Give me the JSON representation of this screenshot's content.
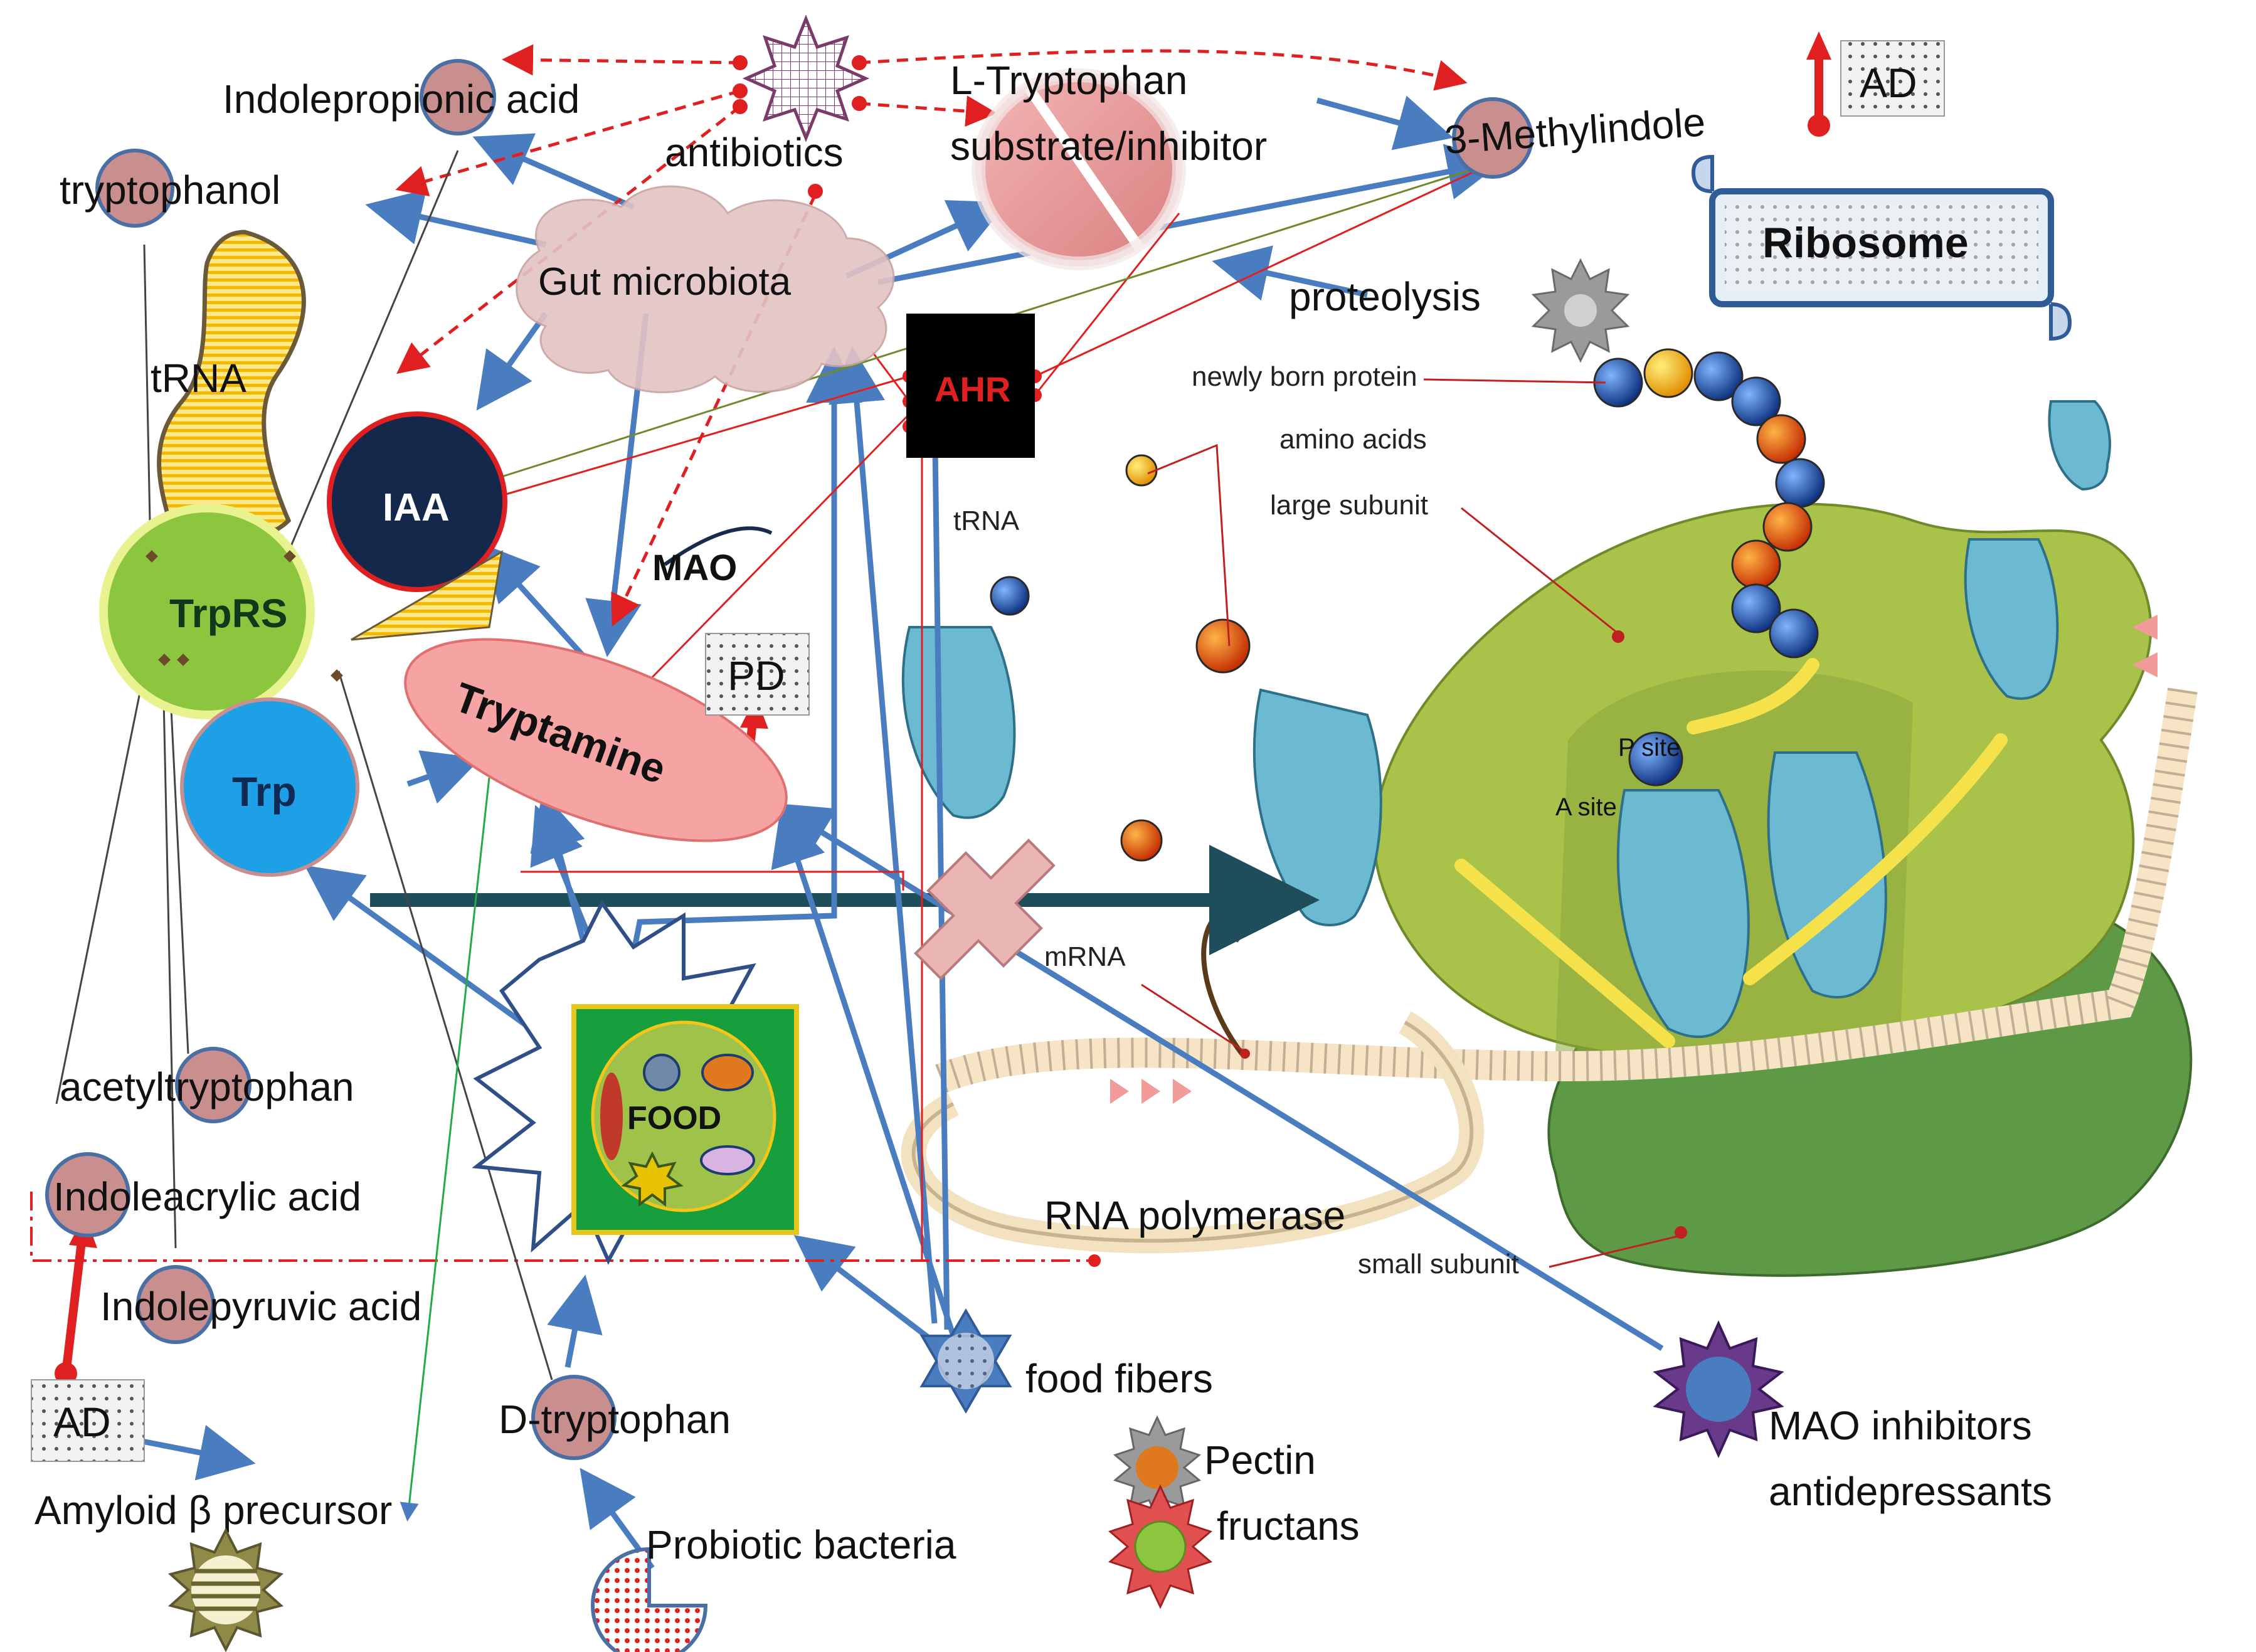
{
  "labels": {
    "indolepropionic_acid": "Indolepropionic acid",
    "antibiotics": "antibiotics",
    "l_tryptophan_line1": "L-Tryptophan",
    "l_tryptophan_line2": "substrate/inhibitor",
    "methylindole": "3-Methylindole",
    "ad_top": "AD",
    "tryptophanol": "tryptophanol",
    "gut_microbiota": "Gut microbiota",
    "ribosome": "Ribosome",
    "proteolysis": "proteolysis",
    "trna_left": "tRNA",
    "newly_born_protein": "newly born protein",
    "ahr": "AHR",
    "amino_acids": "amino acids",
    "large_subunit": "large subunit",
    "iaa": "IAA",
    "trna_mid": "tRNA",
    "mao": "MAO",
    "trprs": "TrpRS",
    "pd": "PD",
    "tryptamine": "Tryptamine",
    "p_site": "P site",
    "a_site": "A site",
    "trp": "Trp",
    "mrna": "mRNA",
    "food": "FOOD",
    "acetyltryptophan": "acetyltryptophan",
    "indoleacrylic_acid": "Indoleacrylic acid",
    "rna_polymerase": "RNA polymerase",
    "small_subunit": "small subunit",
    "indolepyruvic_acid": "Indolepyruvic acid",
    "food_fibers": "food fibers",
    "ad_bottom": "AD",
    "d_tryptophan": "D-tryptophan",
    "pectin": "Pectin",
    "mao_inhibitors_line1": "MAO inhibitors",
    "mao_inhibitors_line2": "antidepressants",
    "amyloid": "Amyloid β precursor",
    "fructans": "fructans",
    "probiotic_bacteria": "Probiotic bacteria"
  },
  "colors": {
    "metabolite_node": "#c98f8f",
    "node_stroke": "#4a6fa5",
    "arrow_blue": "#4a7cc0",
    "dashed_red": "#e02020",
    "trprs_green": "#8cc63f",
    "trp_blue": "#1ea0e6",
    "iaa_navy": "#14284b",
    "tryptamine_pink": "#f28a8a",
    "ahr_black": "#000000",
    "ribosome_large": "#a8c24a",
    "ribosome_small": "#5e9a45",
    "food_green": "#169f3c"
  },
  "icons": {
    "antibiotics": "starburst-grid-icon",
    "proteolysis": "gear-star-icon",
    "food_fibers": "hexagram-icon",
    "pectin": "orange-starburst-icon",
    "fructans": "green-starburst-icon",
    "mao_inhibitors": "purple-starburst-icon",
    "amyloid": "striped-starburst-icon",
    "probiotic": "pie-dotted-icon",
    "ribosome_banner": "scroll-banner-icon",
    "pd_arrow": "red-up-arrow-icon",
    "ad_arrow": "red-up-arrow-icon"
  }
}
